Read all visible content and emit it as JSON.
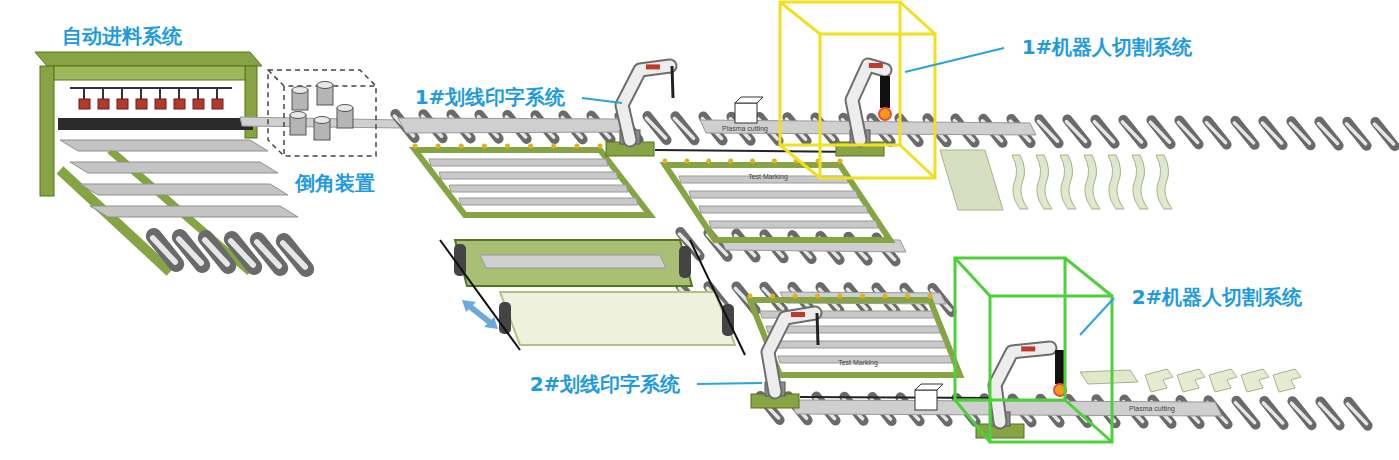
{
  "diagram": {
    "labels": [
      "自动进料系统",
      "倒角装置",
      "1#划线印字系统",
      "1#机器人切割系统",
      "2#机器人切割系统",
      "2#划线印字系统",
      "Test Marking",
      "Test Marking",
      "Plasma cutting",
      "Plasma cutting"
    ]
  }
}
